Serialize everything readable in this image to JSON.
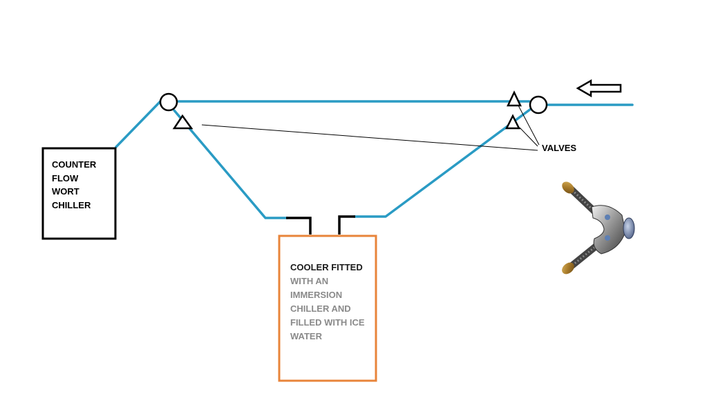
{
  "counter_flow_box": {
    "lines": [
      "COUNTER",
      "FLOW",
      "WORT",
      "CHILLER"
    ]
  },
  "cooler_box": {
    "lines": [
      "COOLER FITTED",
      "WITH AN",
      "IMMERSION",
      "CHILLER AND",
      "FILLED WITH ICE",
      "WATER"
    ]
  },
  "valves_label": "VALVES",
  "colors": {
    "pipe": "#2a9bc4",
    "outline": "#000000",
    "cooler_border": "#e8843a",
    "cooler_text": "#8a8a8a"
  },
  "icons": [
    "inflow-arrow-icon",
    "valve-triangle-icon",
    "junction-circle-icon",
    "y-splitter-fitting-icon"
  ]
}
